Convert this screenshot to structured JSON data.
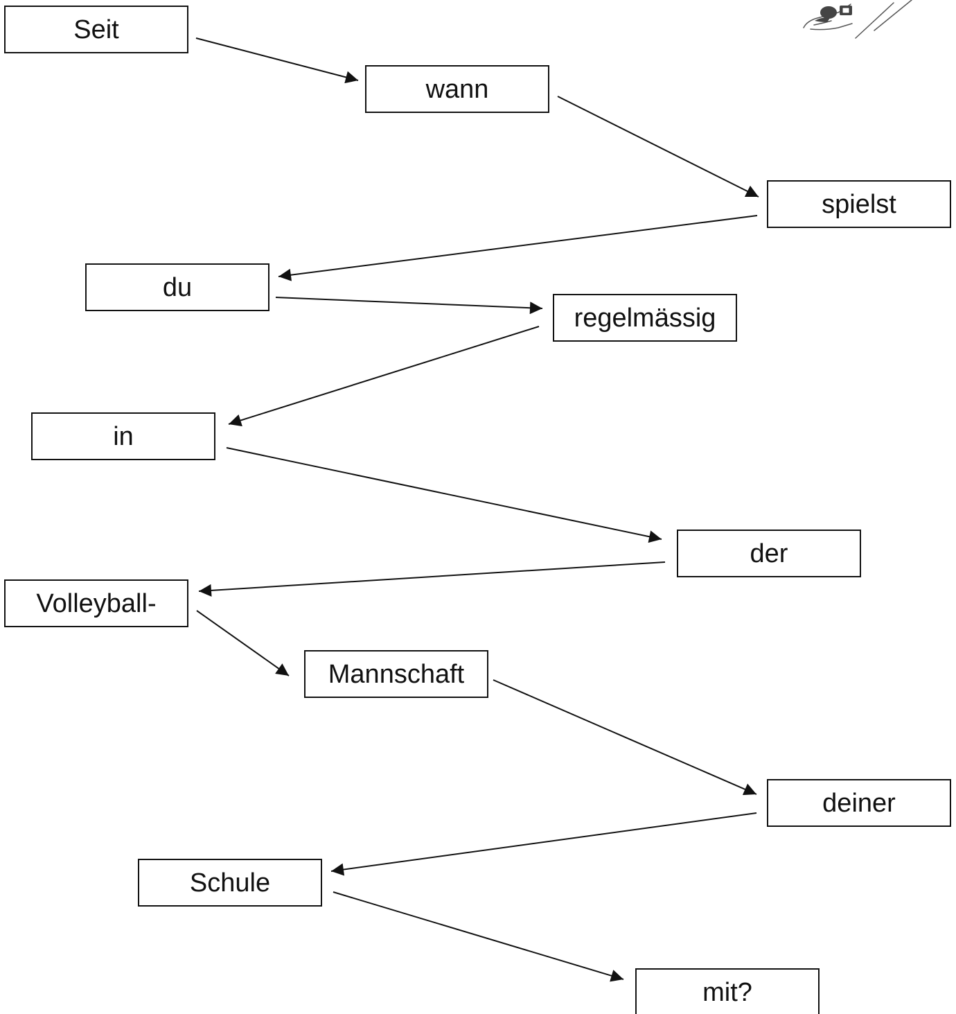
{
  "diagram": {
    "words": [
      "Seit",
      "wann",
      "spielst",
      "du",
      "regelmässig",
      "in",
      "der",
      "Volleyball-",
      "Mannschaft",
      "deiner",
      "Schule",
      "mit?"
    ]
  },
  "colors": {
    "stroke": "#111111",
    "background": "#ffffff"
  },
  "icons": {
    "corner_picture": "skier-icon"
  }
}
